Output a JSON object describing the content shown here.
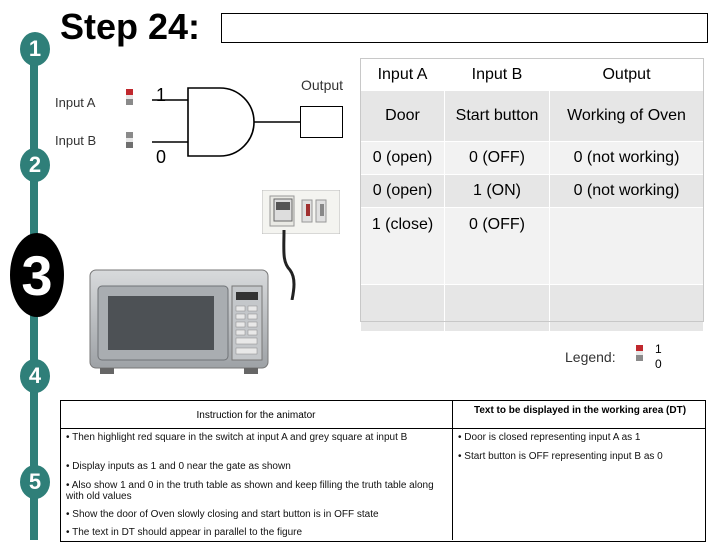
{
  "title": "Step 24:",
  "steps": [
    "1",
    "2",
    "3",
    "4",
    "5"
  ],
  "gate": {
    "input_a_label": "Input A",
    "input_b_label": "Input B",
    "input_a_value": "1",
    "input_b_value": "0",
    "output_label": "Output"
  },
  "truth_table": {
    "headers": [
      "Input A",
      "Input B",
      "Output"
    ],
    "rows": [
      [
        "Door",
        "Start button",
        "Working of Oven"
      ],
      [
        "0 (open)",
        "0 (OFF)",
        "0 (not working)"
      ],
      [
        "0 (open)",
        "1 (ON)",
        "0 (not working)"
      ],
      [
        "1 (close)",
        "0 (OFF)",
        ""
      ],
      [
        "",
        "",
        ""
      ]
    ]
  },
  "legend": {
    "label": "Legend:",
    "one": "1",
    "zero": "0"
  },
  "instructions": {
    "header": "Instruction for the animator",
    "items": [
      "Then highlight red square in the switch at input A and grey square at input B",
      "Display inputs as 1 and 0 near the gate as shown",
      "Also show 1 and 0 in the truth table as shown and keep filling the truth table along with old values",
      "Show the door of Oven slowly closing and start button is in OFF state",
      "The text in DT should appear in parallel to the figure"
    ]
  },
  "display_text": {
    "header": "Text to be displayed in the working area (DT)",
    "items": [
      "Door is closed representing input A as 1",
      "Start button is OFF representing input B as 0"
    ]
  },
  "colors": {
    "rail": "#2f7f79",
    "switch_red": "#c0282d",
    "switch_grey": "#8a8a8a"
  }
}
